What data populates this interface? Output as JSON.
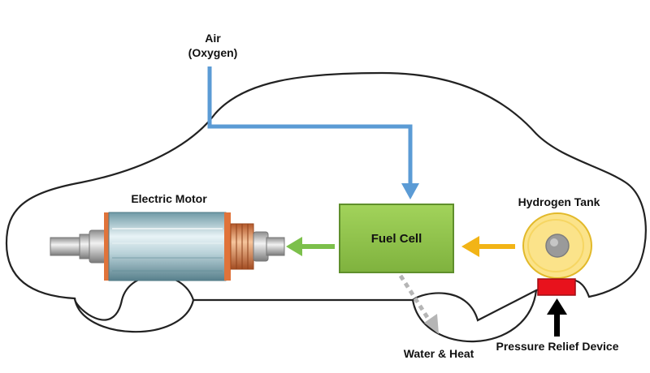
{
  "labels": {
    "air_line1": "Air",
    "air_line2": "(Oxygen)",
    "electric_motor": "Electric Motor",
    "fuel_cell": "Fuel Cell",
    "hydrogen_tank": "Hydrogen Tank",
    "water_heat": "Water & Heat",
    "pressure_relief": "Pressure Relief Device"
  },
  "colors": {
    "air_line": "#5b9bd5",
    "fuel_cell_fill": "#8dc149",
    "fuel_cell_stroke": "#5f8f2c",
    "motor_arrow": "#7cc04b",
    "hydrogen_arrow": "#f2b416",
    "tank_fill": "#fbe38a",
    "tank_stroke": "#e2b92a",
    "tank_core": "#9a9a9a",
    "relief_device": "#e8121c",
    "water_arrow": "#b5b5b5",
    "car_outline": "#222222"
  },
  "icons": {
    "motor": "electric-motor-icon",
    "tank": "hydrogen-tank-icon",
    "relief": "pressure-relief-device-icon"
  }
}
